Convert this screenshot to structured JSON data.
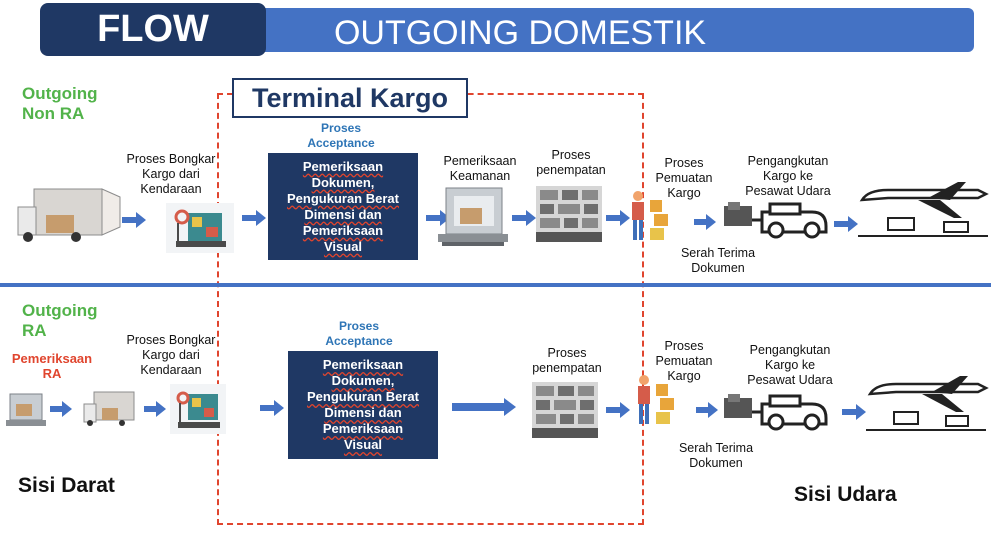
{
  "header": {
    "flow": "FLOW",
    "title": "OUTGOING DOMESTIK"
  },
  "terminal_title": "Terminal Kargo",
  "rows": {
    "non_ra": {
      "label": [
        "Outgoing",
        "Non RA"
      ],
      "bongkar": [
        "Proses Bongkar",
        "Kargo dari",
        "Kendaraan"
      ],
      "acceptance": [
        "Proses",
        "Acceptance"
      ],
      "box": [
        "Pemeriksaan",
        "Dokumen,",
        "Pengukuran Berat",
        "Dimensi dan",
        "Pemeriksaan",
        "Visual"
      ],
      "keamanan": [
        "Pemeriksaan",
        "Keamanan"
      ],
      "penempatan": [
        "Proses",
        "penempatan"
      ],
      "pemuatan": [
        "Proses",
        "Pemuatan",
        "Kargo"
      ],
      "pengangkutan": [
        "Pengangkutan",
        "Kargo ke",
        "Pesawat Udara"
      ],
      "serah": [
        "Serah Terima",
        "Dokumen"
      ]
    },
    "ra": {
      "label": [
        "Outgoing",
        "RA"
      ],
      "pemeriksaan_ra": [
        "Pemeriksaan",
        "RA"
      ],
      "bongkar": [
        "Proses Bongkar",
        "Kargo dari",
        "Kendaraan"
      ],
      "acceptance": [
        "Proses",
        "Acceptance"
      ],
      "box": [
        "Pemeriksaan",
        "Dokumen,",
        "Pengukuran Berat",
        "Dimensi dan",
        "Pemeriksaan",
        "Visual"
      ],
      "penempatan": [
        "Proses",
        "penempatan"
      ],
      "pemuatan": [
        "Proses",
        "Pemuatan",
        "Kargo"
      ],
      "pengangkutan": [
        "Pengangkutan",
        "Kargo ke",
        "Pesawat Udara"
      ],
      "serah": [
        "Serah Terima",
        "Dokumen"
      ]
    }
  },
  "sides": {
    "darat": "Sisi Darat",
    "udara": "Sisi Udara"
  },
  "colors": {
    "header_dark": "#1f3864",
    "header_blue": "#4472c4",
    "accent_green": "#52b34a",
    "accent_red": "#e0452e",
    "arrow_blue": "#4472c4"
  },
  "icons": [
    "truck-icon",
    "scale-icon",
    "xray-scanner-icon",
    "warehouse-rack-icon",
    "worker-icon",
    "tug-icon",
    "airplane-icon"
  ]
}
